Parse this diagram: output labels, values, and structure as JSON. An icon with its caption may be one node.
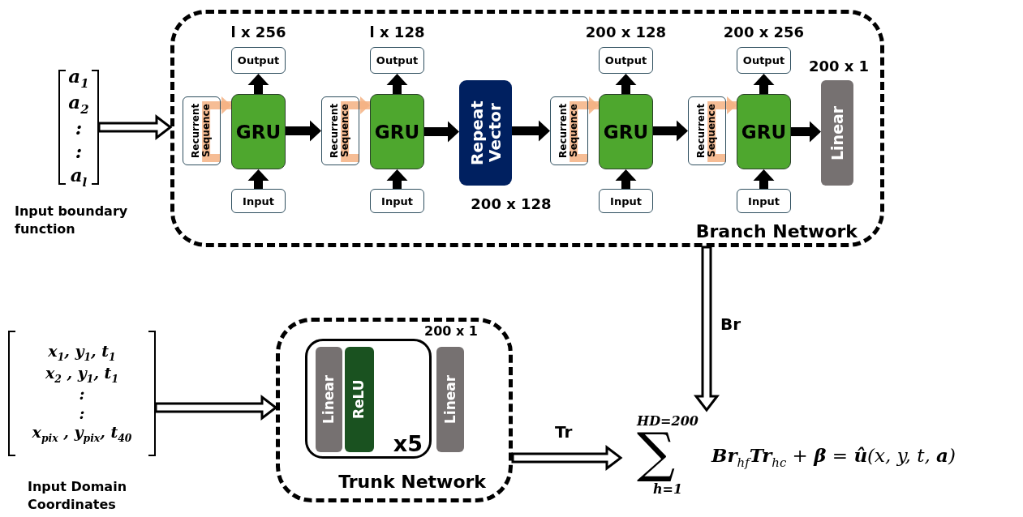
{
  "diagram": {
    "nodes": [
      {
        "text": [
          "a$_{1}$",
          "a$_{2}$",
          ":",
          ":",
          "a$_{l}$"
        ],
        "beside": [
          "Input boundary function"
        ]
      },
      {
        "text": [
          "Branch Network"
        ]
      },
      {
        "text": [
          "Recurrent Sequence"
        ],
        "in": 1
      },
      {
        "text": [
          "GRU"
        ],
        "in": 1
      },
      {
        "text": [
          "Output"
        ],
        "in": 1,
        "beside": [
          "l x 256"
        ]
      },
      {
        "text": [
          "Input"
        ],
        "in": 1
      },
      {
        "text": [
          "Recurrent Sequence"
        ],
        "in": 1
      },
      {
        "text": [
          "GRU"
        ],
        "in": 1
      },
      {
        "text": [
          "Output"
        ],
        "in": 1,
        "beside": [
          "l x 128"
        ]
      },
      {
        "text": [
          "Input"
        ],
        "in": 1
      },
      {
        "text": [
          "Repeat Vector"
        ],
        "in": 1,
        "beside": [
          "200 x 128"
        ]
      },
      {
        "text": [
          "Recurrent Sequence"
        ],
        "in": 1
      },
      {
        "text": [
          "GRU"
        ],
        "in": 1
      },
      {
        "text": [
          "Output"
        ],
        "in": 1,
        "beside": [
          "200 x 128"
        ]
      },
      {
        "text": [
          "Input"
        ],
        "in": 1
      },
      {
        "text": [
          "Recurrent Sequence"
        ],
        "in": 1
      },
      {
        "text": [
          "GRU"
        ],
        "in": 1
      },
      {
        "text": [
          "Output"
        ],
        "in": 1,
        "beside": [
          "200 x 256"
        ]
      },
      {
        "text": [
          "Input"
        ],
        "in": 1
      },
      {
        "text": [
          "Linear"
        ],
        "in": 1,
        "beside": [
          "200 x 1"
        ]
      },
      {
        "text": [
          "x$_{1}$, y$_{1}$, t$_{1}$",
          "x$_{2}$ , y$_{1}$, t$_{1}$",
          ":",
          ":",
          "x$_{pix}$ , y$_{pix}$, t$_{40}$"
        ],
        "beside": [
          "Input Domain Coordinates"
        ]
      },
      {
        "text": [
          "Trunk Network"
        ]
      },
      {
        "text": [
          "x5"
        ],
        "in": 21
      },
      {
        "text": [
          "Linear"
        ],
        "in": 22
      },
      {
        "text": [
          "ReLU"
        ],
        "in": 22
      },
      {
        "text": [
          "Linear"
        ],
        "in": 21,
        "beside": [
          "200 x 1"
        ]
      },
      {
        "text": [
          "HD=200",
          "∑",
          "h=1",
          "**Br**$_{hf}$**Tr**$_{hc}$ + **β** = **û**(x, y, t, **a**)"
        ]
      }
    ],
    "edges": [
      {
        "from": 0,
        "to": 1,
        "arrow": "to"
      },
      {
        "from": 5,
        "to": 3,
        "arrow": "to",
        "style": "thick"
      },
      {
        "from": 3,
        "to": 4,
        "arrow": "to",
        "style": "thick"
      },
      {
        "from": 2,
        "to": 3,
        "arrow": "to",
        "color": "#f4b183"
      },
      {
        "from": 3,
        "to": 6,
        "arrow": "to",
        "style": "thick"
      },
      {
        "from": 9,
        "to": 7,
        "arrow": "to",
        "style": "thick"
      },
      {
        "from": 7,
        "to": 8,
        "arrow": "to",
        "style": "thick"
      },
      {
        "from": 6,
        "to": 7,
        "arrow": "to",
        "color": "#f4b183"
      },
      {
        "from": 7,
        "to": 10,
        "arrow": "to",
        "style": "thick"
      },
      {
        "from": 10,
        "to": 11,
        "arrow": "to",
        "style": "thick"
      },
      {
        "from": 14,
        "to": 12,
        "arrow": "to",
        "style": "thick"
      },
      {
        "from": 12,
        "to": 13,
        "arrow": "to",
        "style": "thick"
      },
      {
        "from": 11,
        "to": 12,
        "arrow": "to",
        "color": "#f4b183"
      },
      {
        "from": 12,
        "to": 15,
        "arrow": "to",
        "style": "thick"
      },
      {
        "from": 18,
        "to": 16,
        "arrow": "to",
        "style": "thick"
      },
      {
        "from": 16,
        "to": 17,
        "arrow": "to",
        "style": "thick"
      },
      {
        "from": 15,
        "to": 16,
        "arrow": "to",
        "color": "#f4b183"
      },
      {
        "from": 16,
        "to": 19,
        "arrow": "to",
        "style": "thick"
      },
      {
        "from": 20,
        "to": 21,
        "arrow": "to"
      },
      {
        "from": 1,
        "to": 26,
        "arrow": "to",
        "label": "Br"
      },
      {
        "from": 21,
        "to": 26,
        "arrow": "to",
        "label": "Tr"
      }
    ]
  }
}
